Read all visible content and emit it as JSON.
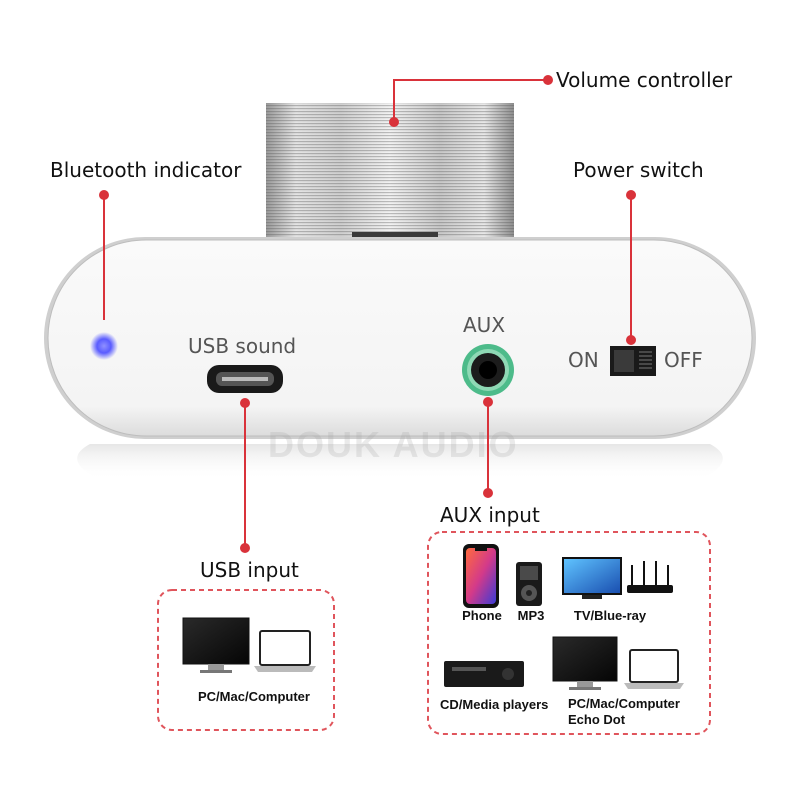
{
  "callouts": {
    "volume_controller": "Volume controller",
    "bluetooth_indicator": "Bluetooth indicator",
    "power_switch": "Power switch",
    "usb_input": "USB input",
    "aux_input": "AUX input"
  },
  "panel": {
    "usb_label": "USB sound",
    "aux_label": "AUX",
    "on_label": "ON",
    "off_label": "OFF",
    "watermark": "DOUK AUDIO"
  },
  "usb_devices": {
    "computer_label": "PC/Mac/Computer"
  },
  "aux_devices": {
    "phone": "Phone",
    "mp3": "MP3",
    "tv": "TV/Blue-ray",
    "cd": "CD/Media players",
    "pc_line1": "PC/Mac/Computer",
    "pc_line2": "Echo Dot"
  },
  "colors": {
    "accent_red": "#d9323a",
    "bluetooth_led": "#5a5cff",
    "aux_jack_ring": "#4dbb8a",
    "dashed_box": "#e0555c"
  },
  "icons": {
    "usb_port": "micro-usb-port-icon",
    "aux_jack": "audio-jack-icon",
    "power_switch": "toggle-switch-icon",
    "led": "bluetooth-led-icon"
  }
}
